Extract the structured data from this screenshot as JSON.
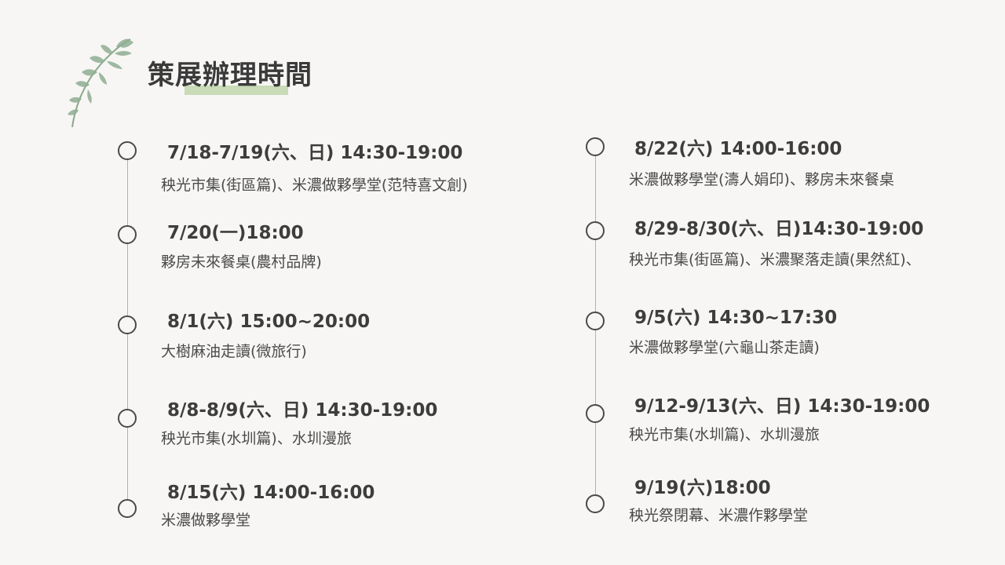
{
  "title": "策展辦理時間",
  "accent_color": "#c9dbb7",
  "line_color": "#9fbf95",
  "decoration_icon": "leaf-branch-icon",
  "left_schedule": [
    {
      "date": "7/18-7/19(六、日) 14:30-19:00",
      "desc": "秧光市集(街區篇)、米濃做夥學堂(范特喜文創)"
    },
    {
      "date": "7/20(一)18:00",
      "desc": "夥房未來餐桌(農村品牌)"
    },
    {
      "date": "8/1(六) 15:00~20:00",
      "desc": "大樹麻油走讀(微旅行)"
    },
    {
      "date": "8/8-8/9(六、日) 14:30-19:00",
      "desc": "秧光市集(水圳篇)、水圳漫旅"
    },
    {
      "date": "8/15(六) 14:00-16:00",
      "desc": "米濃做夥學堂"
    }
  ],
  "right_schedule": [
    {
      "date": "8/22(六) 14:00-16:00",
      "desc": "米濃做夥學堂(濤人娟印)、夥房未來餐桌"
    },
    {
      "date": "8/29-8/30(六、日)14:30-19:00",
      "desc": "秧光市集(街區篇)、米濃聚落走讀(果然紅)、"
    },
    {
      "date": "9/5(六) 14:30~17:30",
      "desc": "米濃做夥學堂(六龜山茶走讀)"
    },
    {
      "date": "9/12-9/13(六、日) 14:30-19:00",
      "desc": "秧光市集(水圳篇)、水圳漫旅"
    },
    {
      "date": "9/19(六)18:00",
      "desc": "秧光祭閉幕、米濃作夥學堂"
    }
  ]
}
